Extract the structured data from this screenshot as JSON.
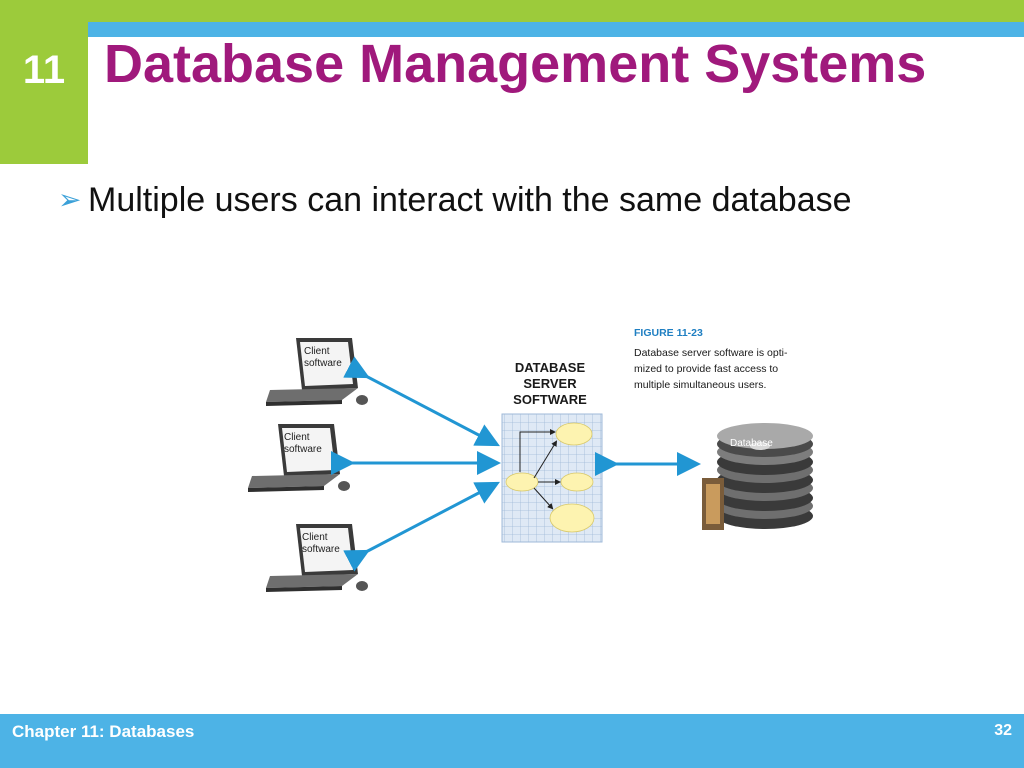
{
  "slide": {
    "chapter_number": "11",
    "title": "Database Management Systems",
    "bullet": "Multiple users can interact with the same database"
  },
  "figure": {
    "label": "FIGURE 11-23",
    "caption_lines": [
      "Database server software is opti-",
      "mized to provide fast access to",
      "multiple simultaneous users."
    ],
    "clients": [
      {
        "label_line1": "Client",
        "label_line2": "software"
      },
      {
        "label_line1": "Client",
        "label_line2": "software"
      },
      {
        "label_line1": "Client",
        "label_line2": "software"
      }
    ],
    "server_label_lines": [
      "DATABASE",
      "SERVER",
      "SOFTWARE"
    ],
    "database_label": "Database"
  },
  "footer": {
    "chapter_text": "Chapter 11: Databases",
    "page_number": "32"
  },
  "colors": {
    "green": "#9ccb3b",
    "blue": "#4db3e6",
    "title_purple": "#a0197c",
    "arrow_blue": "#2196d3",
    "figure_label_blue": "#1f7fc2"
  }
}
